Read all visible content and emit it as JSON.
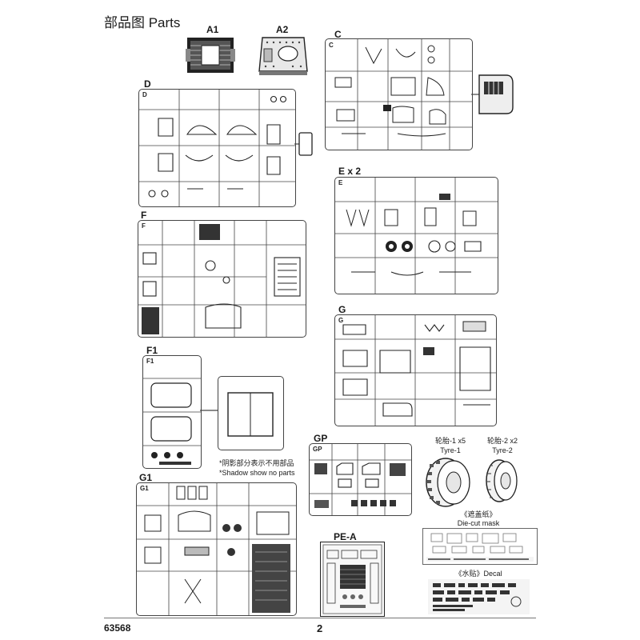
{
  "header": {
    "title": "部品图 Parts"
  },
  "sprues": {
    "a1": "A1",
    "a2": "A2",
    "c": "C",
    "d": "D",
    "e": "E x 2",
    "f": "F",
    "g": "G",
    "f1": "F1",
    "gp": "GP",
    "g1": "G1",
    "pea": "PE-A"
  },
  "sprue_tags": {
    "d": "D",
    "f": "F",
    "f1": "F1",
    "c": "C",
    "e": "E",
    "g": "G",
    "gp": "GP",
    "g1": "G1"
  },
  "note": {
    "line1": "*阴影部分表示不用部品",
    "line2": "*Shadow show no parts"
  },
  "tyres": {
    "tyre1_cn": "轮胎-1 x5",
    "tyre1_en": "Tyre-1",
    "tyre2_cn": "轮胎-2 x2",
    "tyre2_en": "Tyre-2"
  },
  "mask": {
    "cn": "《遮盖纸》",
    "en": "Die-cut mask"
  },
  "decal": {
    "label": "《水贴》Decal"
  },
  "footer": {
    "code": "63568",
    "page": "2"
  }
}
